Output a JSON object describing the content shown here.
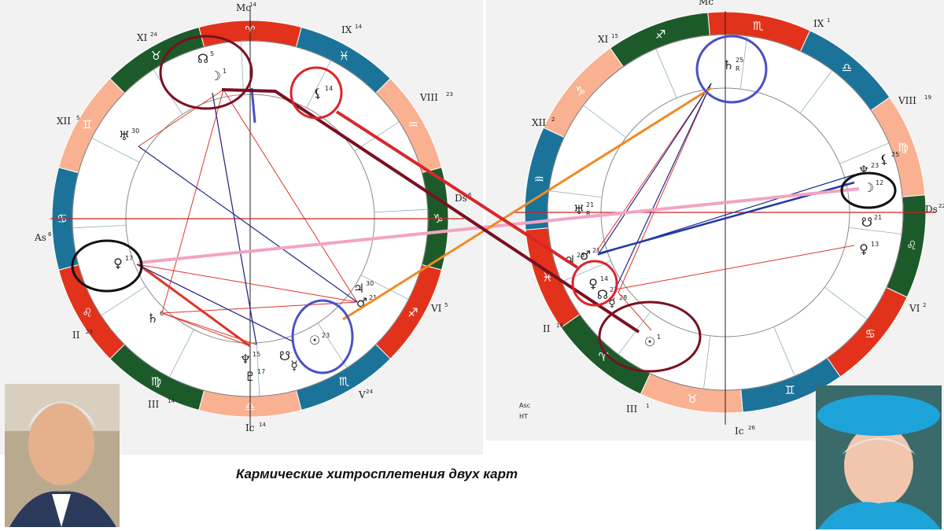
{
  "caption": "Кармические хитросплетения двух карт",
  "colors": {
    "red": "#e2321b",
    "green": "#1d5a2a",
    "blue": "#1b7399",
    "peach": "#f9b191",
    "aspect_red": "#e0342a",
    "aspect_blue": "#1a2a8a",
    "maroon": "#7a1020",
    "pink": "#f2a4c2",
    "orange": "#f08a22",
    "circle_blue": "#4a4fc8",
    "circle_red": "#d9262b",
    "circle_black": "#111111"
  },
  "left_chart": {
    "houses": [
      {
        "label": "Mc",
        "deg": "14"
      },
      {
        "label": "IX",
        "deg": "14"
      },
      {
        "label": "VIII",
        "deg": "23"
      },
      {
        "label": "Ds",
        "deg": "6"
      },
      {
        "label": "VI",
        "deg": "5"
      },
      {
        "label": "V",
        "deg": "24"
      },
      {
        "label": "Ic",
        "deg": "14"
      },
      {
        "label": "III",
        "deg": "14"
      },
      {
        "label": "II",
        "deg": "23"
      },
      {
        "label": "As",
        "deg": "6"
      },
      {
        "label": "XII",
        "deg": "5"
      },
      {
        "label": "XI",
        "deg": "24"
      }
    ],
    "signs": [
      "♈",
      "♓",
      "♒",
      "♑",
      "♐",
      "♏",
      "♎",
      "♍",
      "♌",
      "♋",
      "♊",
      "♉"
    ],
    "planets": [
      {
        "glyph": "☊",
        "deg": "5"
      },
      {
        "glyph": "☽",
        "deg": "1"
      },
      {
        "glyph": "⚸",
        "deg": "14"
      },
      {
        "glyph": "♅",
        "deg": "30"
      },
      {
        "glyph": "♀",
        "deg": "17"
      },
      {
        "glyph": "♄",
        "deg": "6"
      },
      {
        "glyph": "♆",
        "deg": "15"
      },
      {
        "glyph": "♇",
        "deg": "17"
      },
      {
        "glyph": "☋",
        "deg": ""
      },
      {
        "glyph": "☿",
        "deg": ""
      },
      {
        "glyph": "☉",
        "deg": "23"
      },
      {
        "glyph": "♂",
        "deg": "21"
      },
      {
        "glyph": "♃",
        "deg": "30"
      }
    ]
  },
  "right_chart": {
    "houses": [
      {
        "label": "Mc",
        "deg": ""
      },
      {
        "label": "IX",
        "deg": "1"
      },
      {
        "label": "VIII",
        "deg": "19"
      },
      {
        "label": "Ds",
        "deg": "22"
      },
      {
        "label": "VI",
        "deg": "2"
      },
      {
        "label": "Ic",
        "deg": "26"
      },
      {
        "label": "III",
        "deg": "1"
      },
      {
        "label": "II",
        "deg": "19"
      },
      {
        "label": "XII",
        "deg": "2"
      },
      {
        "label": "XI",
        "deg": "15"
      }
    ],
    "signs": [
      "♏",
      "♎",
      "♍",
      "♌",
      "♋",
      "♊",
      "♉",
      "♈",
      "♓",
      "♒",
      "♑",
      "♐"
    ],
    "planets": [
      {
        "glyph": "♄",
        "deg": "25",
        "retro": "R"
      },
      {
        "glyph": "♆",
        "deg": "23"
      },
      {
        "glyph": "⚸",
        "deg": "25"
      },
      {
        "glyph": "☽",
        "deg": "12"
      },
      {
        "glyph": "☋",
        "deg": "21"
      },
      {
        "glyph": "♀",
        "deg": "13"
      },
      {
        "glyph": "♅",
        "deg": "21",
        "retro": "R"
      },
      {
        "glyph": "♃",
        "deg": "23"
      },
      {
        "glyph": "♂",
        "deg": "21"
      },
      {
        "glyph": "♀",
        "deg": "14"
      },
      {
        "glyph": "☊",
        "deg": "21"
      },
      {
        "glyph": "☿",
        "deg": "28"
      },
      {
        "glyph": "☉",
        "deg": "1"
      }
    ],
    "asc_note_1": "Asc",
    "asc_note_2": "HT"
  }
}
